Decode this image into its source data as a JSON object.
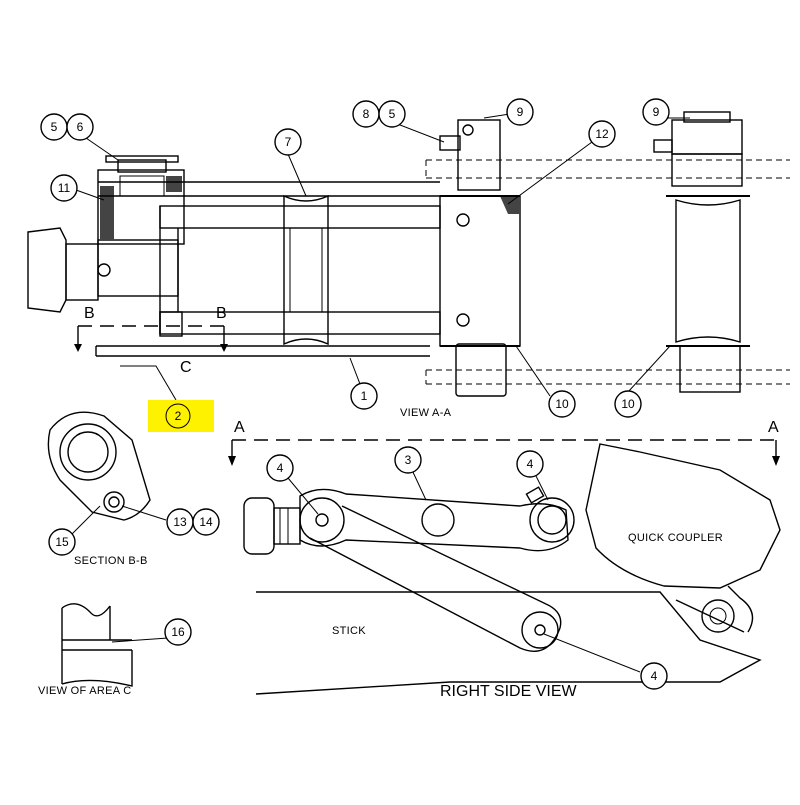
{
  "views": {
    "view_aa": "VIEW A-A",
    "section_bb": "SECTION B-B",
    "view_area_c": "VIEW OF AREA C",
    "right_side_view": "RIGHT SIDE VIEW"
  },
  "parts": {
    "quick_coupler": "QUICK COUPLER",
    "stick": "STICK"
  },
  "section_marks": {
    "b": "B",
    "c": "C",
    "a": "A"
  },
  "callouts": {
    "c1": "1",
    "c2": "2",
    "c3": "3",
    "c4": "4",
    "c5": "5",
    "c6": "6",
    "c7": "7",
    "c8": "8",
    "c9": "9",
    "c10": "10",
    "c11": "11",
    "c12": "12",
    "c13": "13",
    "c14": "14",
    "c15": "15",
    "c16": "16"
  },
  "colors": {
    "highlight": "#FFF200",
    "line": "#000000",
    "background": "#FFFFFF"
  }
}
